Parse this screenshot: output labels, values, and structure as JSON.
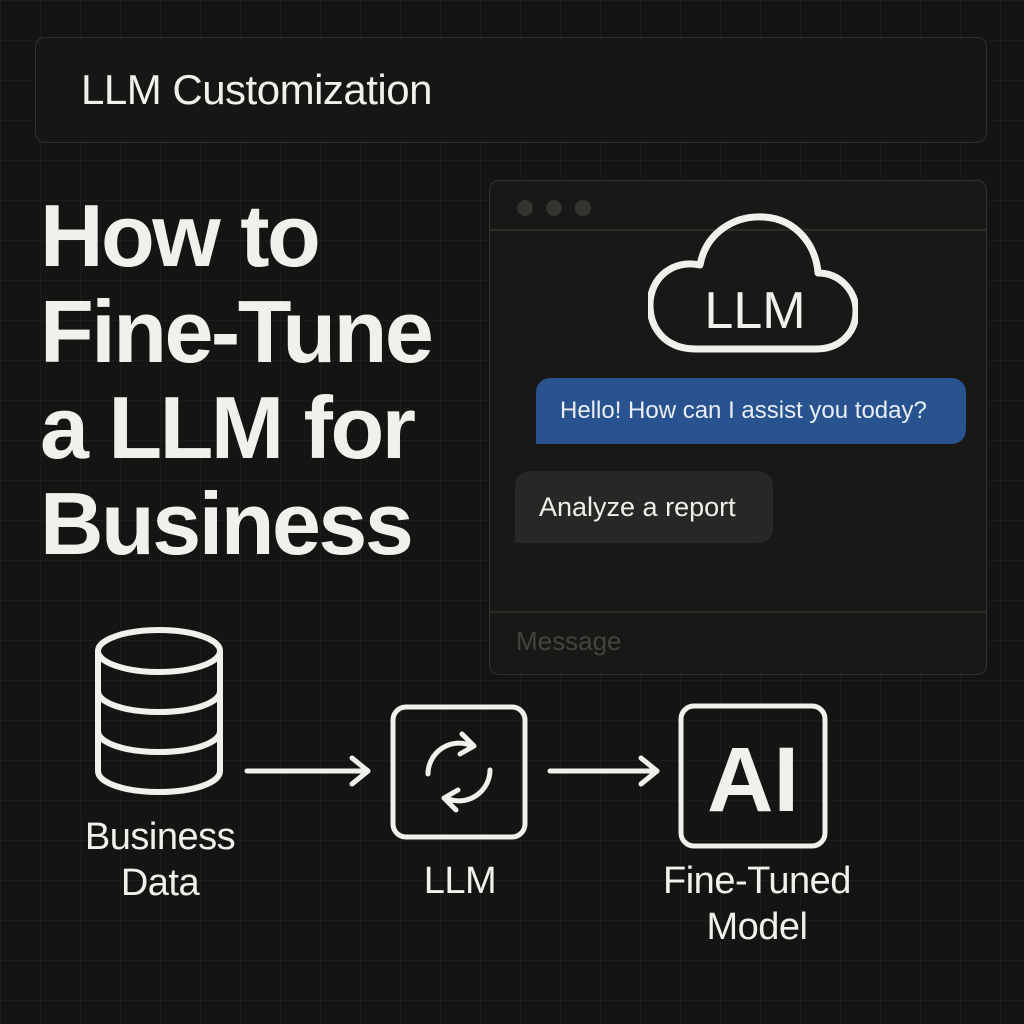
{
  "header": {
    "title": "LLM Customization"
  },
  "headline": {
    "lines": [
      "How to",
      "Fine-Tune",
      "a LLM for",
      "Business"
    ]
  },
  "chat": {
    "logo_text": "LLM",
    "assistant_message": "Hello! How can I assist you today?",
    "user_message": "Analyze a report",
    "input_placeholder": "Message"
  },
  "flow": {
    "steps": [
      {
        "icon": "database-icon",
        "label_lines": [
          "Business",
          "Data"
        ]
      },
      {
        "icon": "refresh-cycle-icon",
        "label_lines": [
          "LLM"
        ]
      },
      {
        "icon": "ai-badge-icon",
        "badge_text": "AI",
        "label_lines": [
          "Fine-Tuned",
          "Model"
        ]
      }
    ]
  },
  "colors": {
    "background": "#141413",
    "text": "#f1f0ec",
    "assistant_bubble": "#29538f",
    "user_bubble": "#272725"
  }
}
